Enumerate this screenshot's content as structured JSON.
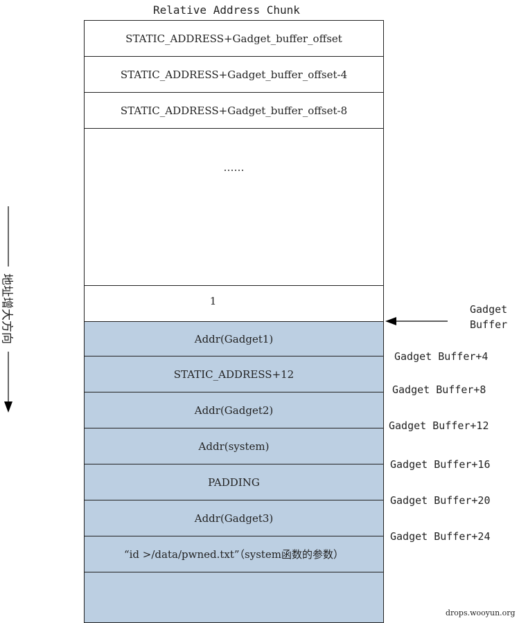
{
  "title": "Relative Address Chunk",
  "rows": [
    {
      "text": "STATIC_ADDRESS+Gadget_buffer_offset"
    },
    {
      "text": "STATIC_ADDRESS+Gadget_buffer_offset-4"
    },
    {
      "text": "STATIC_ADDRESS+Gadget_buffer_offset-8"
    },
    {
      "text": "……"
    },
    {
      "text": "1"
    },
    {
      "text": "Addr(Gadget1)"
    },
    {
      "text": "STATIC_ADDRESS+12"
    },
    {
      "text": "Addr(Gadget2)"
    },
    {
      "text": "Addr(system)"
    },
    {
      "text": "PADDING"
    },
    {
      "text": "Addr(Gadget3)"
    },
    {
      "text": "“id >/data/pwned.txt”（system函数的参数）"
    },
    {
      "text": ""
    }
  ],
  "pointer_label": "Gadget\nBuffer",
  "offset_labels": [
    "Gadget Buffer+4",
    "Gadget Buffer+8",
    "Gadget Buffer+12",
    "Gadget Buffer+16",
    "Gadget Buffer+20",
    "Gadget Buffer+24"
  ],
  "direction_label": "地址增大方向",
  "watermark": "drops.wooyun.org",
  "colors": {
    "fill": "#bccfe2",
    "line": "#222222"
  }
}
